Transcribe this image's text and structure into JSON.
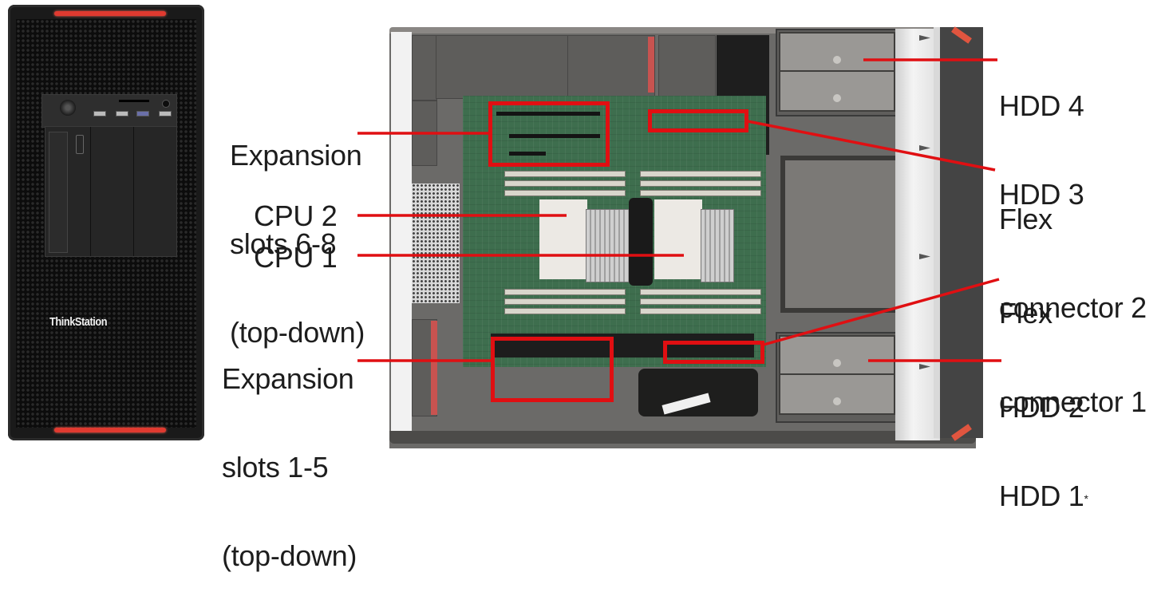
{
  "front_view": {
    "brand": "ThinkStation",
    "icons": [
      "power-button-icon",
      "usb-port-icon",
      "sd-card-slot-icon",
      "audio-jack-icon",
      "optical-drive-icon"
    ]
  },
  "callouts": {
    "expansion_slots_upper": {
      "lines": [
        "Expansion",
        "slots 6-8",
        "(top-down)"
      ]
    },
    "cpu2": {
      "label": "CPU 2"
    },
    "cpu1": {
      "label": "CPU 1"
    },
    "expansion_slots_lower": {
      "lines": [
        "Expansion",
        "slots 1-5",
        "(top-down)"
      ]
    },
    "hdd_upper": {
      "lines": [
        "HDD 4",
        "HDD 3"
      ]
    },
    "flex_connector_2": {
      "lines": [
        "Flex",
        "connector 2"
      ]
    },
    "flex_connector_1": {
      "lines": [
        "Flex",
        "connector 1"
      ]
    },
    "hdd_lower": {
      "line1": "HDD 2",
      "line2": "HDD 1",
      "footnote_mark": "*"
    }
  },
  "colors": {
    "callout_red": "#e00f12",
    "accent_red": "#e03a30",
    "text": "#1d1d1d",
    "background": "#ffffff"
  }
}
